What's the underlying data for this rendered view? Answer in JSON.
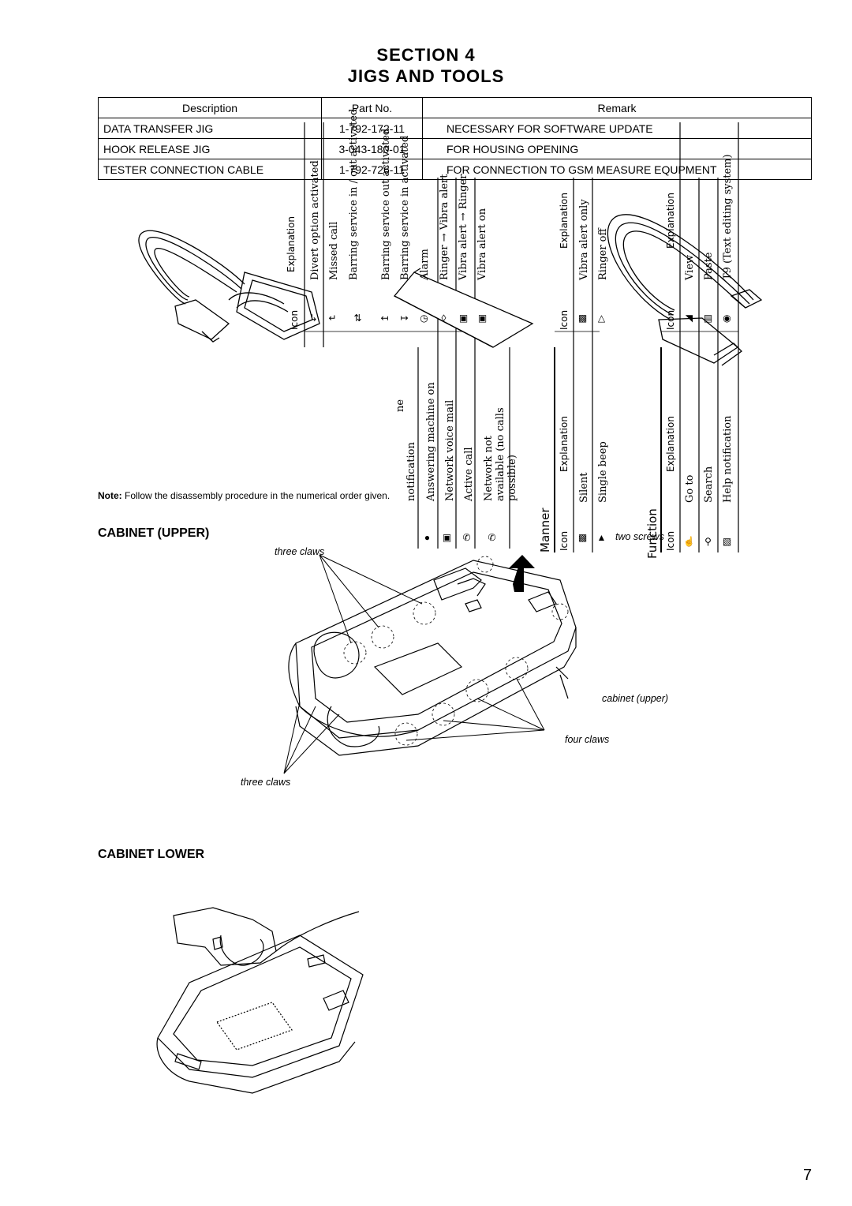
{
  "heading": {
    "line1": "SECTION 4",
    "line2": "JIGS AND TOOLS"
  },
  "jig_table": {
    "headers": [
      "Description",
      "Part No.",
      "Remark"
    ],
    "rows": [
      [
        "DATA TRANSFER JIG",
        "1-792-172-11",
        "NECESSARY FOR SOFTWARE UPDATE"
      ],
      [
        "HOOK RELEASE JIG",
        "3-043-180-01",
        "FOR HOUSING OPENING"
      ],
      [
        "TESTER CONNECTION CABLE",
        "1-792-726-11",
        "FOR CONNECTION TO GSM MEASURE EQUPMENT"
      ]
    ]
  },
  "icon_table": {
    "status_icons": {
      "icon_header": "Icon",
      "explanation_header": "Explanation",
      "explanations": [
        "Divert option activated",
        "Missed call",
        "Barring service in / out activated",
        "Barring service out activated",
        "Barring service in activated",
        "Alarm",
        "Ringer → Vibra alert",
        "Vibra alert → Ringer",
        "Vibra alert on"
      ],
      "icons": [
        "divert-icon",
        "missed-call-icon",
        "barring-in-out-icon",
        "barring-out-icon",
        "barring-in-icon",
        "alarm-icon",
        "ringer-vibra-icon",
        "vibra-ringer-icon",
        "vibra-on-icon"
      ]
    },
    "lower_icons": {
      "fragment": "ne",
      "explanations": [
        "notification",
        "Answering machine on",
        "Network voice mail",
        "Active call",
        "Network not available (no calls possible)"
      ],
      "icons": [
        "answering-machine-icon",
        "voice-mail-icon",
        "active-call-icon",
        "no-network-icon"
      ]
    },
    "manner_upper": {
      "icon_header": "Icon",
      "explanation_header": "Explanation",
      "explanations": [
        "Vibra alert only",
        "Ringer off"
      ],
      "icons": [
        "vibra-only-icon",
        "ringer-off-icon"
      ]
    },
    "manner": {
      "label": "Manner",
      "icon_header": "Icon",
      "explanation_header": "Explanation",
      "explanations": [
        "Silent",
        "Single beep"
      ],
      "icons": [
        "silent-icon",
        "single-beep-icon"
      ]
    },
    "function_upper": {
      "icon_header": "Icon",
      "explanation_header": "Explanation",
      "explanations": [
        "View",
        "Paste",
        "T9 (Text editing system)"
      ],
      "icons": [
        "view-icon",
        "paste-icon",
        "t9-icon"
      ]
    },
    "function": {
      "label": "Function",
      "icon_header": "Icon",
      "explanation_header": "Explanation",
      "explanations": [
        "Go to",
        "Search",
        "Help notification"
      ],
      "icons": [
        "go-to-icon",
        "search-icon",
        "help-icon"
      ]
    }
  },
  "note": {
    "label": "Note:",
    "text": "Follow the disassembly procedure in the numerical order given."
  },
  "cabinet_upper": {
    "heading": "CABINET (UPPER)",
    "labels": {
      "three_claws_top": "three claws",
      "two_screws": "two screws",
      "cabinet_upper": "cabinet (upper)",
      "four_claws": "four claws",
      "three_claws_bottom": "three claws"
    }
  },
  "cabinet_lower": {
    "heading": "CABINET LOWER"
  },
  "page_number": "7"
}
